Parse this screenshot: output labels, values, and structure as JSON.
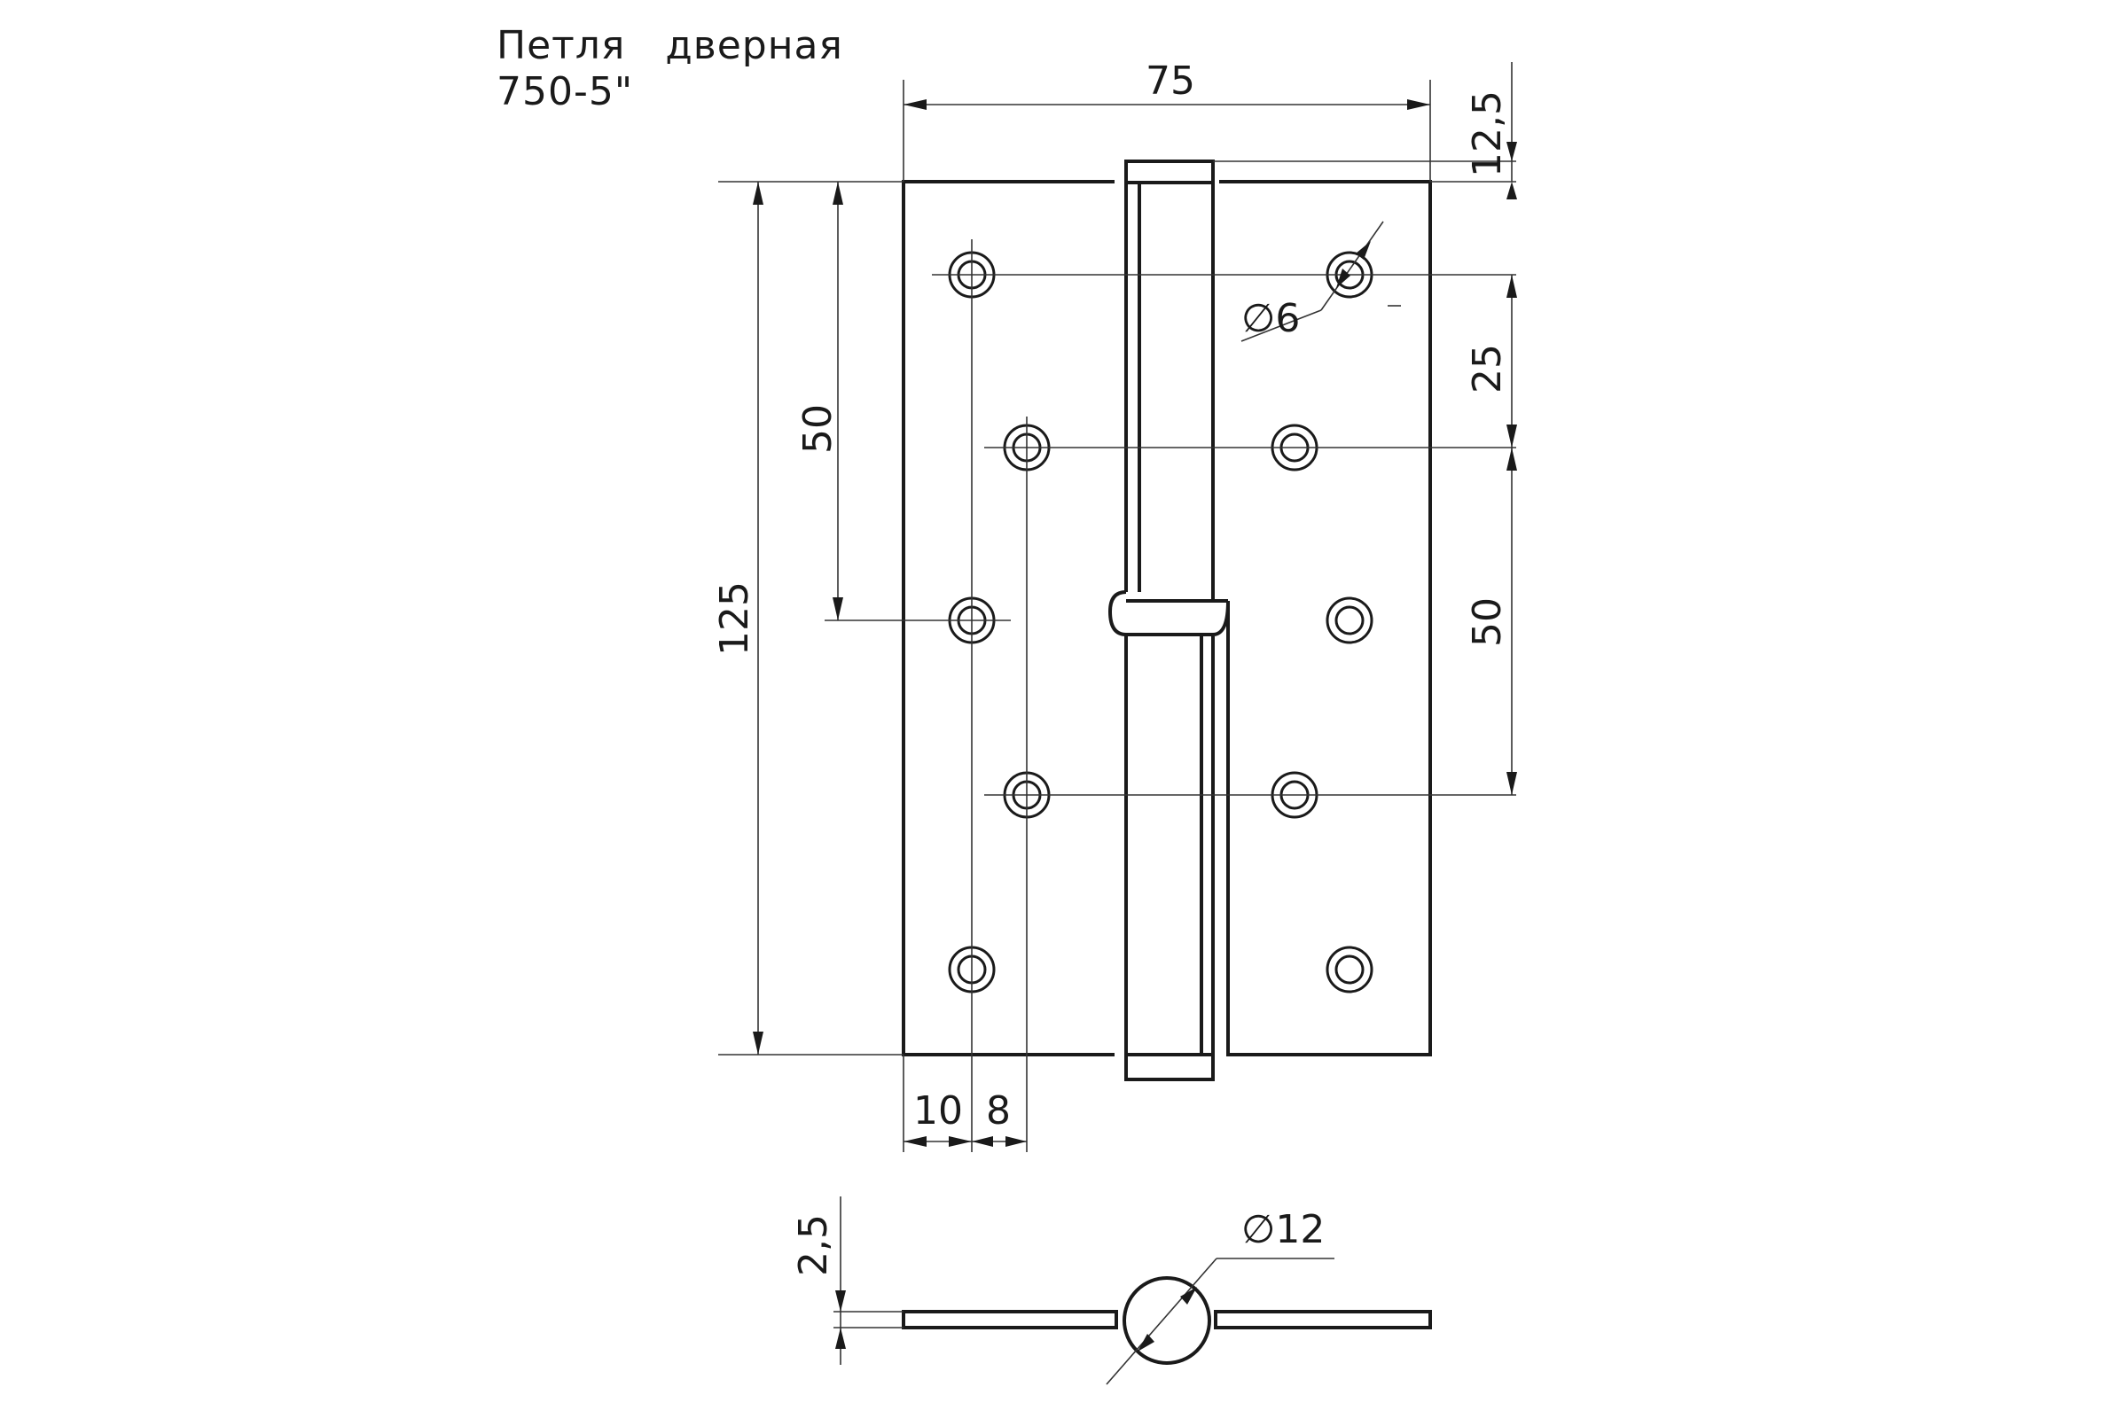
{
  "title": {
    "line1": "Петля   дверная",
    "line2": "750-5\""
  },
  "dimensions": {
    "width": "75",
    "pin_offset": "12,5",
    "total_height": "125",
    "hole_spacing_left": "50",
    "hole_spacing_right_top": "25",
    "hole_spacing_right": "50",
    "hole_diameter": "∅6",
    "edge_offset": "10",
    "hole_offset": "8",
    "thickness": "2,5",
    "knuckle_diameter": "∅12"
  },
  "colors": {
    "line": "#1a1a1a",
    "background": "#ffffff"
  }
}
